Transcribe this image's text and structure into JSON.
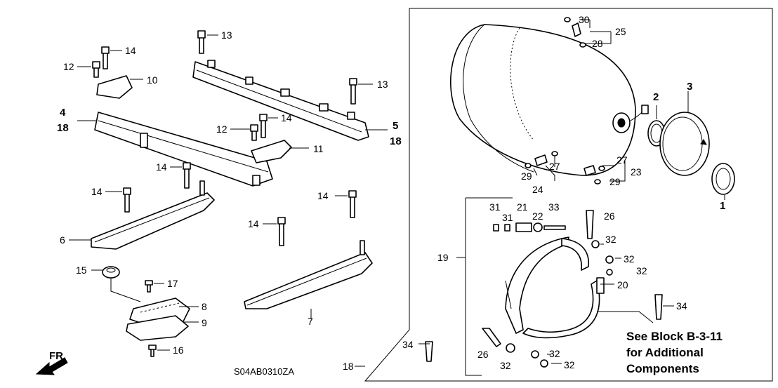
{
  "labels": {
    "l1": "1",
    "l2": "2",
    "l3": "3",
    "l4": "4",
    "l5": "5",
    "l6": "6",
    "l7": "7",
    "l8": "8",
    "l9": "9",
    "l10": "10",
    "l11": "11",
    "l12a": "12",
    "l12b": "12",
    "l13a": "13",
    "l13b": "13",
    "l14a": "14",
    "l14b": "14",
    "l14c": "14",
    "l14d": "14",
    "l14e": "14",
    "l14f": "14",
    "l15": "15",
    "l16": "16",
    "l17": "17",
    "l18a": "18",
    "l18b": "18",
    "l18c": "18",
    "l19": "19",
    "l20": "20",
    "l21": "21",
    "l22": "22",
    "l23": "23",
    "l24": "24",
    "l25": "25",
    "l26a": "26",
    "l26b": "26",
    "l27a": "27",
    "l27b": "27",
    "l28": "28",
    "l29a": "29",
    "l29b": "29",
    "l30": "30",
    "l31a": "31",
    "l31b": "31",
    "l32a": "32",
    "l32b": "32",
    "l32c": "32",
    "l32d": "32",
    "l32e": "32",
    "l32f": "32",
    "l33": "33",
    "l34a": "34",
    "l34b": "34"
  },
  "note": {
    "line1": "See Block B-3-11",
    "line2": "for Additional",
    "line3": "Components"
  },
  "diagram_code": "S04AB0310ZA",
  "front_indicator": "FR."
}
